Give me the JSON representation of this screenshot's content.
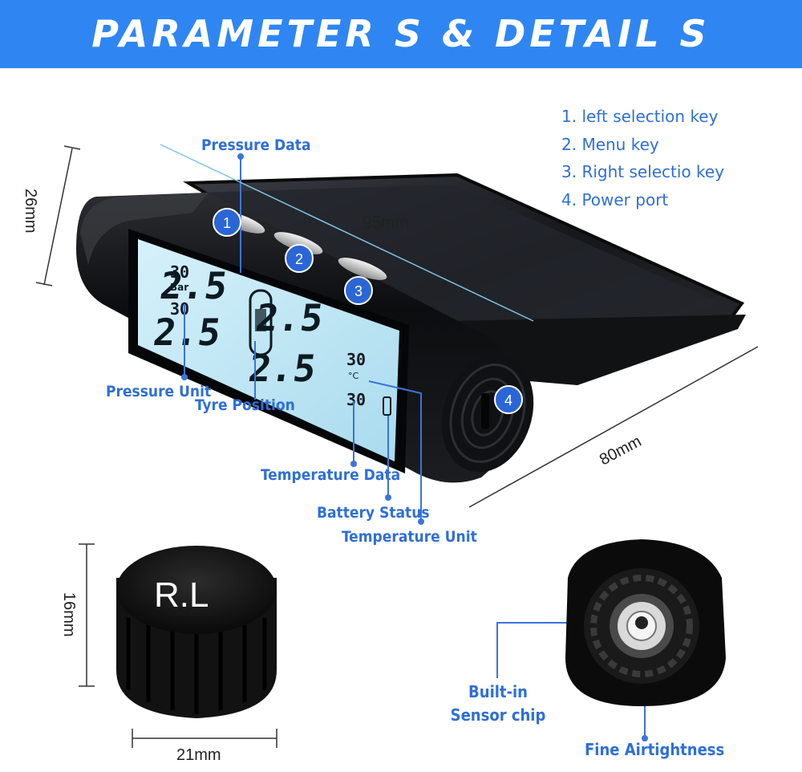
{
  "banner": {
    "title": "PARAMETER S & DETAIL S"
  },
  "keys": {
    "items": [
      "1. left selection key",
      "2. Menu key",
      "3. Right selectio key",
      "4. Power port"
    ]
  },
  "callouts": {
    "pressure_data": "Pressure Data",
    "pressure_unit": "Pressure Unit",
    "tyre_position": "Tyre Position",
    "temperature_data": "Temperature Data",
    "battery_status": "Battery Status",
    "temperature_unit": "Temperature Unit",
    "sensor_chip": "Built-in Sensor chip",
    "airtightness": "Fine Airtightness"
  },
  "badges": [
    "1",
    "2",
    "3",
    "4"
  ],
  "dimensions": {
    "height": "26mm",
    "length": "95mm",
    "depth": "80mm",
    "sensor_height": "16mm",
    "sensor_width": "21mm"
  },
  "lcd": {
    "pressure_top_left": "2.5",
    "pressure_top_right": "2.5",
    "pressure_bottom_left": "2.5",
    "pressure_bottom_right": "2.5",
    "small_top": "30",
    "small_bottom": "30",
    "unit_bar": "Bar",
    "temp_top": "30",
    "temp_bottom": "30",
    "unit_c": "°C"
  },
  "sensor_cap": {
    "marking": "R.L"
  },
  "colors": {
    "banner": "#2f86f2",
    "callout_text": "#2f6fd6",
    "badge": "#2b66d6",
    "lcd": "#bfe6f4"
  }
}
